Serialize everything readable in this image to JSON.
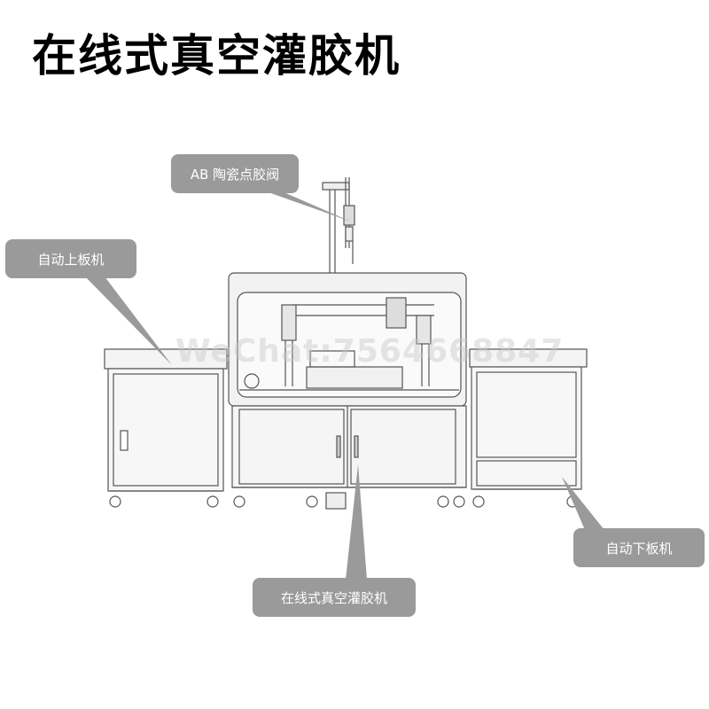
{
  "title": "在线式真空灌胶机",
  "callouts": {
    "valve": "AB 陶瓷点胶阀",
    "loader": "自动上板机",
    "unloader": "自动下板机",
    "main_machine": "在线式真空灌胶机"
  },
  "watermark": "WeChat:7564668847",
  "colors": {
    "callout_bg": "#9a9a9a",
    "callout_text": "#ffffff",
    "line_art": "#555555"
  }
}
